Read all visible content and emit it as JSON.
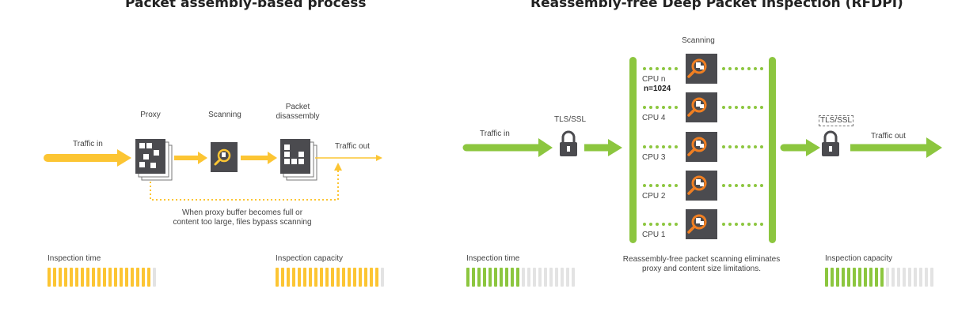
{
  "left": {
    "title": "Packet assembly-based process",
    "traffic_in": "Traffic in",
    "proxy": "Proxy",
    "scanning": "Scanning",
    "packet_disassembly": "Packet\ndisassembly",
    "traffic_out": "Traffic out",
    "bypass_note": "When proxy buffer becomes full or\ncontent too large, files bypass scanning",
    "inspection_time": {
      "label": "Inspection time",
      "filled": 0.96
    },
    "inspection_capacity": {
      "label": "Inspection capacity",
      "filled": 0.94
    }
  },
  "right": {
    "title": "Reassembly-free Deep Packet Inspection (RFDPI)",
    "traffic_in": "Traffic in",
    "tls_ssl": "TLS/SSL",
    "tls_ssl_out": "TLS/SSL",
    "scanning": "Scanning",
    "cpus": [
      {
        "label": "CPU n",
        "sub": "n=1024"
      },
      {
        "label": "CPU 4",
        "sub": ""
      },
      {
        "label": "CPU 3",
        "sub": ""
      },
      {
        "label": "CPU 2",
        "sub": ""
      },
      {
        "label": "CPU 1",
        "sub": ""
      }
    ],
    "traffic_out": "Traffic out",
    "note": "Reassembly-free packet scanning eliminates\nproxy and content size limitations.",
    "inspection_time": {
      "label": "Inspection time",
      "filled": 0.5
    },
    "inspection_capacity": {
      "label": "Inspection capacity",
      "filled": 0.53
    }
  },
  "colors": {
    "yellow": "#fcc533",
    "green": "#8cc63f",
    "dark_box": "#4b4b4f",
    "orange": "#f07f22",
    "grey_segment": "#e3e3e3"
  }
}
